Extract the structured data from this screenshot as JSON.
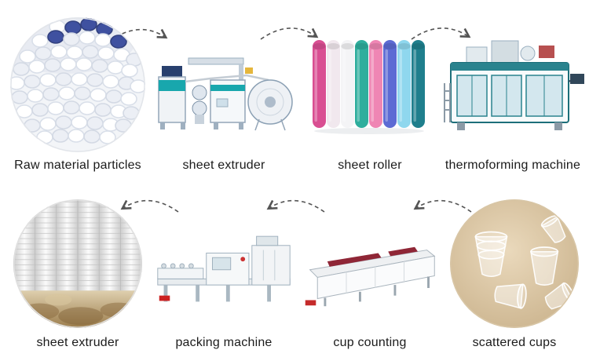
{
  "process_flow": {
    "rows": [
      {
        "steps": [
          {
            "label": "Raw material particles",
            "image": "raw-material-particles-photo"
          },
          {
            "label": "sheet extruder",
            "image": "sheet-extruder-machine-image"
          },
          {
            "label": "sheet roller",
            "image": "sheet-roller-rolls-image"
          },
          {
            "label": "thermoforming machine",
            "image": "thermoforming-machine-image"
          }
        ]
      },
      {
        "steps": [
          {
            "label": "sheet extruder",
            "image": "stacked-sheets-photo"
          },
          {
            "label": "packing  machine",
            "image": "packing-machine-image"
          },
          {
            "label": "cup counting",
            "image": "cup-counting-machine-image"
          },
          {
            "label": "scattered cups",
            "image": "scattered-cups-photo"
          }
        ]
      }
    ],
    "colors": {
      "arrow": "#555555",
      "machine_teal": "#18a7ad",
      "thermo_frame": "#1d6f7a",
      "maroon_panel": "#8f2636",
      "pellet_blue": "#3f51a0",
      "roll_palette": [
        "#d94f92",
        "#f1e8ee",
        "#f4f4f6",
        "#2fae9d",
        "#ef86b4",
        "#5d6bd4",
        "#8fd7ee",
        "#1f7f8d"
      ]
    }
  }
}
